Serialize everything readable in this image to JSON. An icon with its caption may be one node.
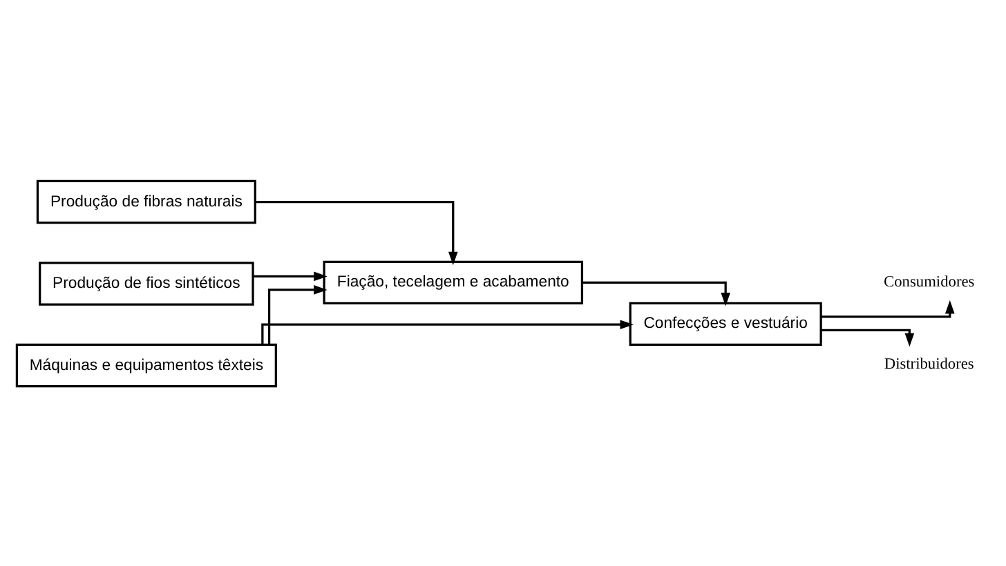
{
  "diagram": {
    "nodes": [
      {
        "text": [
          "Produção de fibras naturais"
        ]
      },
      {
        "text": [
          "Produção de fios sintéticos"
        ]
      },
      {
        "text": [
          "Fiação, tecelagem e acabamento"
        ]
      },
      {
        "text": [
          "Confecções e vestuário"
        ]
      },
      {
        "text": [
          "Máquinas e equipamentos têxteis"
        ]
      },
      {
        "text": [
          "Consumidores"
        ]
      },
      {
        "text": [
          "Distribuidores"
        ]
      }
    ],
    "edges": [
      {
        "from": 0,
        "to": 2,
        "arrow": "to"
      },
      {
        "from": 1,
        "to": 2,
        "arrow": "to"
      },
      {
        "from": 2,
        "to": 3,
        "arrow": "to"
      },
      {
        "from": 4,
        "to": 2,
        "arrow": "to"
      },
      {
        "from": 4,
        "to": 3,
        "arrow": "to"
      },
      {
        "from": 3,
        "to": 5,
        "arrow": "to"
      },
      {
        "from": 3,
        "to": 6,
        "arrow": "to"
      }
    ]
  }
}
